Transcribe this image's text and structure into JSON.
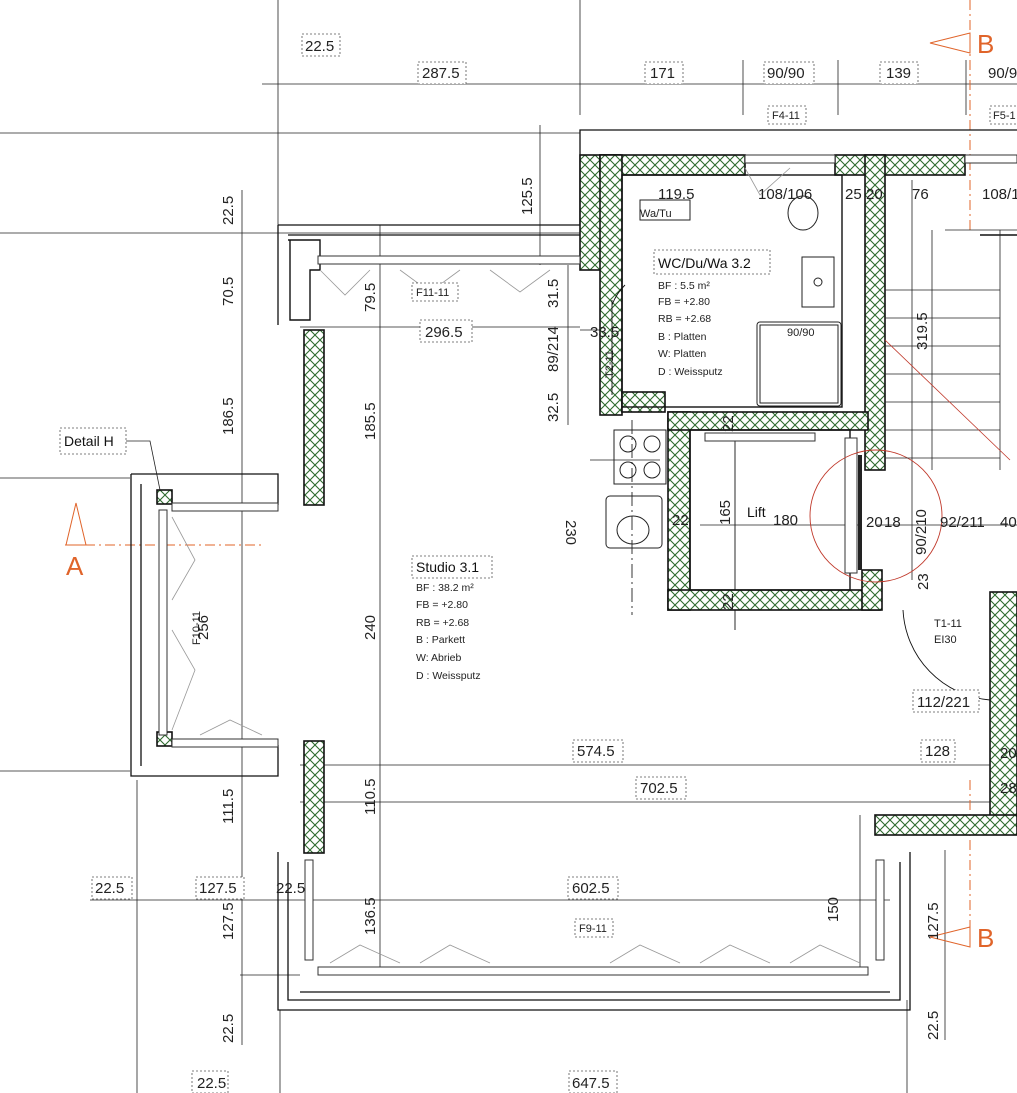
{
  "sections": {
    "a_label": "A",
    "b_label": "B"
  },
  "dims_top": {
    "d1": "22.5",
    "d2": "287.5",
    "d3": "171",
    "d4": "90/90",
    "d5": "139",
    "d6": "90/9"
  },
  "dims_left": {
    "d1": "22.5",
    "d2": "70.5",
    "d3": "186.5",
    "d4": "111.5",
    "d5": "127.5",
    "d6": "22.5"
  },
  "dims_bottom": {
    "d1": "22.5",
    "d2": "127.5",
    "d3": "22.5",
    "d4": "602.5",
    "d5": "150",
    "d6": "647.5"
  },
  "dims_interior": {
    "a": "125.5",
    "b": "79.5",
    "c": "296.5",
    "d": "185.5",
    "e": "240",
    "f": "110.5",
    "g": "136.5",
    "h": "256",
    "i": "31.5",
    "j": "89/214",
    "k": "33.5",
    "l": "32.5",
    "m": "230",
    "n": "119.5",
    "o": "108/106",
    "p": "25",
    "q": "20",
    "r": "76",
    "s": "108/1",
    "t": "319.5",
    "u": "22",
    "v": "165",
    "w": "180",
    "x": "22",
    "y": "20",
    "z": "18",
    "aa": "90/210",
    "ab": "92/211",
    "ac": "40",
    "ad": "23",
    "ae": "22",
    "af": "574.5",
    "ag": "702.5",
    "ah": "128",
    "ai": "112/221",
    "aj": "150",
    "ak": "127.5",
    "al": "22.5",
    "am": "20",
    "an": "28"
  },
  "labels": {
    "f4": "F4-11",
    "f5": "F5-1",
    "f11": "F11-11",
    "f10": "F10-11",
    "f9": "F9-11",
    "t2": "T2-11",
    "t1": "T1-11",
    "ei30": "EI30",
    "wa_tu": "Wa/Tu",
    "shower": "90/90",
    "lift": "Lift",
    "detail": "Detail H"
  },
  "rooms": {
    "wc": {
      "name": "WC/Du/Wa 3.2",
      "bf": "BF : 5.5 m²",
      "fb": "FB = +2.80",
      "rb": "RB = +2.68",
      "b": "B : Platten",
      "w": "W: Platten",
      "d": "D : Weissputz"
    },
    "studio": {
      "name": "Studio 3.1",
      "bf": "BF : 38.2 m²",
      "fb": "FB = +2.80",
      "rb": "RB = +2.68",
      "b": "B : Parkett",
      "w": "W: Abrieb",
      "d": "D : Weissputz"
    }
  }
}
